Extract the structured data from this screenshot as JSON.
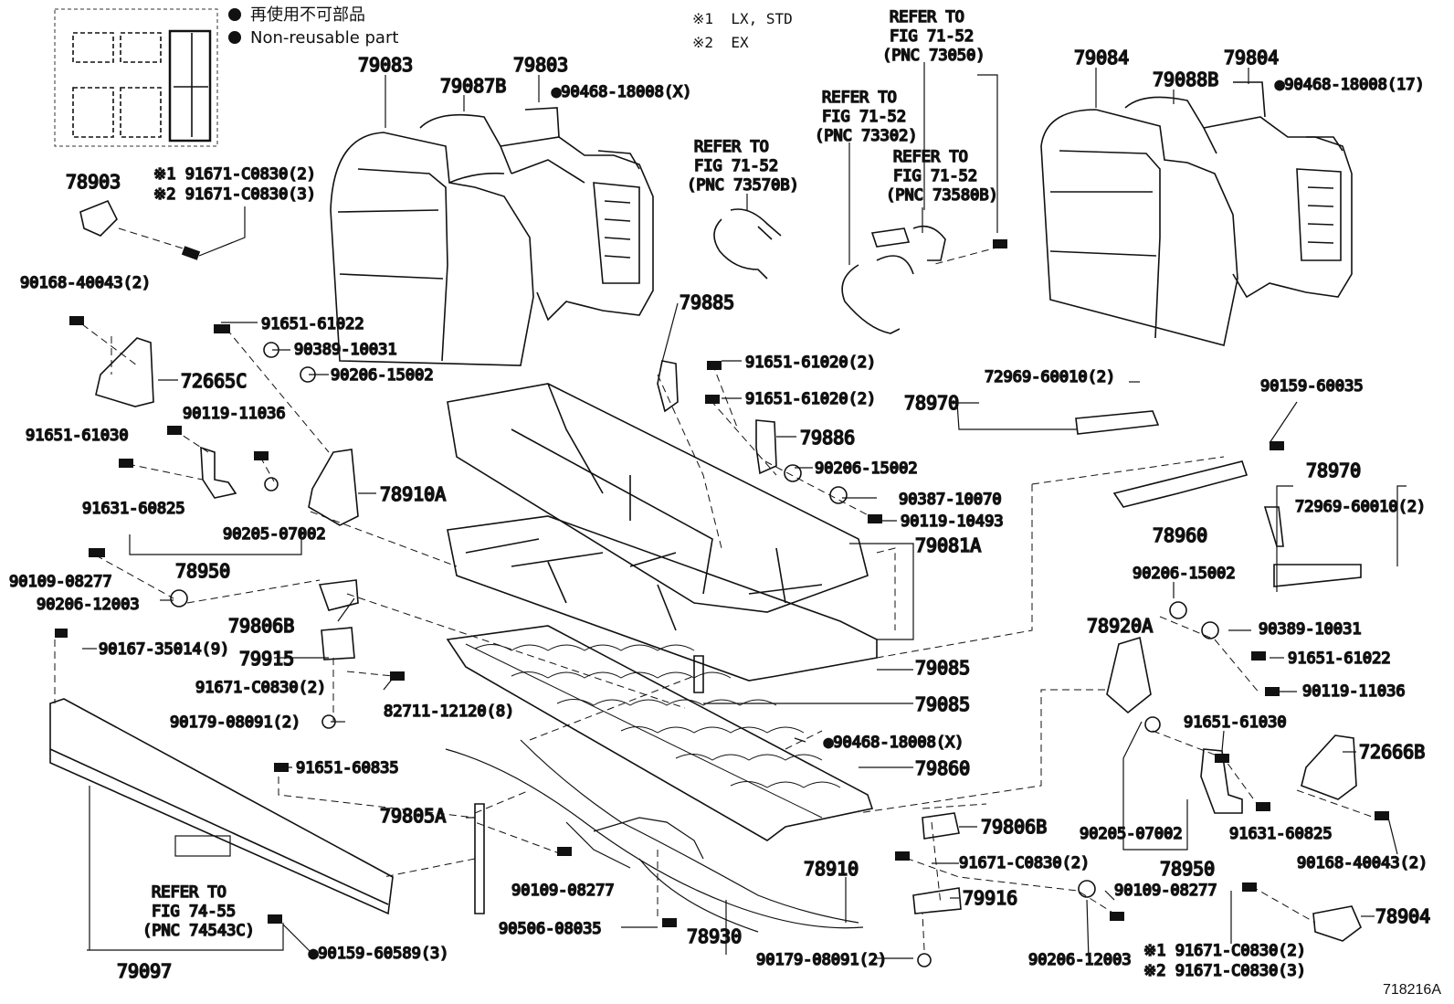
{
  "legend": {
    "items": [
      {
        "jp": "再使用不可部品"
      },
      {
        "en": "Non-reusable part"
      }
    ]
  },
  "notes": [
    {
      "mark": "※1",
      "text": "LX, STD"
    },
    {
      "mark": "※2",
      "text": "EX"
    }
  ],
  "diagram_code": "718216A",
  "labels": [
    {
      "id": "l79083",
      "text": "79083"
    },
    {
      "id": "l79087B",
      "text": "79087B"
    },
    {
      "id": "l79803",
      "text": "79803"
    },
    {
      "id": "l90468a",
      "text": "●90468-18008(X)"
    },
    {
      "id": "lref52a",
      "text": "REFER TO"
    },
    {
      "id": "lref52a2",
      "text": "FIG 71-52"
    },
    {
      "id": "lref52a3",
      "text": "(PNC 73050)"
    },
    {
      "id": "lref52b",
      "text": "REFER TO"
    },
    {
      "id": "lref52b2",
      "text": "FIG 71-52"
    },
    {
      "id": "lref52b3",
      "text": "(PNC 73302)"
    },
    {
      "id": "lref52c",
      "text": "REFER TO"
    },
    {
      "id": "lref52c2",
      "text": "FIG 71-52"
    },
    {
      "id": "lref52c3",
      "text": "(PNC 73580B)"
    },
    {
      "id": "lref52d",
      "text": "REFER TO"
    },
    {
      "id": "lref52d2",
      "text": "FIG 71-52"
    },
    {
      "id": "lref52d3",
      "text": "(PNC 73570B)"
    },
    {
      "id": "l79084",
      "text": "79084"
    },
    {
      "id": "l79088B",
      "text": "79088B"
    },
    {
      "id": "l79804",
      "text": "79804"
    },
    {
      "id": "l90468b",
      "text": "●90468-18008(17)"
    },
    {
      "id": "l78903",
      "text": "78903"
    },
    {
      "id": "l91671a1",
      "text": "※1  91671-C0830(2)"
    },
    {
      "id": "l91671a2",
      "text": "※2  91671-C0830(3)"
    },
    {
      "id": "l90168a",
      "text": "90168-40043(2)"
    },
    {
      "id": "l91651_61022a",
      "text": "91651-61022"
    },
    {
      "id": "l90389a",
      "text": "90389-10031"
    },
    {
      "id": "l90206_15002a",
      "text": "90206-15002"
    },
    {
      "id": "l72665C",
      "text": "72665C"
    },
    {
      "id": "l79885",
      "text": "79885"
    },
    {
      "id": "l91651_61020a",
      "text": "91651-61020(2)"
    },
    {
      "id": "l91651_61020b",
      "text": "91651-61020(2)"
    },
    {
      "id": "l72969a",
      "text": "72969-60010(2)"
    },
    {
      "id": "l78970a",
      "text": "78970"
    },
    {
      "id": "l90159_60035",
      "text": "90159-60035"
    },
    {
      "id": "l90119_11036a",
      "text": "90119-11036"
    },
    {
      "id": "l91651_61030a",
      "text": "91651-61030"
    },
    {
      "id": "l79886",
      "text": "79886"
    },
    {
      "id": "l90206_15002b",
      "text": "90206-15002"
    },
    {
      "id": "l90387",
      "text": "90387-10070"
    },
    {
      "id": "l90119_10493",
      "text": "90119-10493"
    },
    {
      "id": "l78910A",
      "text": "78910A"
    },
    {
      "id": "l91631a",
      "text": "91631-60825"
    },
    {
      "id": "l90205a",
      "text": "90205-07002"
    },
    {
      "id": "l78960",
      "text": "78960"
    },
    {
      "id": "l78970b",
      "text": "78970"
    },
    {
      "id": "l72969b",
      "text": "72969-60010(2)"
    },
    {
      "id": "l79081A",
      "text": "79081A"
    },
    {
      "id": "l78950a",
      "text": "78950"
    },
    {
      "id": "l90109a",
      "text": "90109-08277"
    },
    {
      "id": "l90206_12003a",
      "text": "90206-12003"
    },
    {
      "id": "l90206_15002c",
      "text": "90206-15002"
    },
    {
      "id": "l78920A",
      "text": "78920A"
    },
    {
      "id": "l90389b",
      "text": "90389-10031"
    },
    {
      "id": "l91651_61022b",
      "text": "91651-61022"
    },
    {
      "id": "l79806Ba",
      "text": "79806B"
    },
    {
      "id": "l90167",
      "text": "90167-35014(9)"
    },
    {
      "id": "l79915",
      "text": "79915"
    },
    {
      "id": "l79085a",
      "text": "79085"
    },
    {
      "id": "l91671b",
      "text": "91671-C0830(2)"
    },
    {
      "id": "l90119_11036b",
      "text": "90119-11036"
    },
    {
      "id": "l90179a",
      "text": "90179-08091(2)"
    },
    {
      "id": "l82711",
      "text": "82711-12120(8)"
    },
    {
      "id": "l79085b",
      "text": "79085"
    },
    {
      "id": "l90468c",
      "text": "●90468-18008(X)"
    },
    {
      "id": "l91651_61030b",
      "text": "91651-61030"
    },
    {
      "id": "l72666B",
      "text": "72666B"
    },
    {
      "id": "l91651_60835",
      "text": "91651-60835"
    },
    {
      "id": "l79860",
      "text": "79860"
    },
    {
      "id": "l79805A",
      "text": "79805A"
    },
    {
      "id": "l79806Bb",
      "text": "79806B"
    },
    {
      "id": "l90205b",
      "text": "90205-07002"
    },
    {
      "id": "l91631b",
      "text": "91631-60825"
    },
    {
      "id": "l91671c",
      "text": "91671-C0830(2)"
    },
    {
      "id": "l90168b",
      "text": "90168-40043(2)"
    },
    {
      "id": "l78950b",
      "text": "78950"
    },
    {
      "id": "l78910",
      "text": "78910"
    },
    {
      "id": "l79916",
      "text": "79916"
    },
    {
      "id": "l90109b",
      "text": "90109-08277"
    },
    {
      "id": "l90109c",
      "text": "90109-08277"
    },
    {
      "id": "l78904",
      "text": "78904"
    },
    {
      "id": "lref74",
      "text": "REFER TO"
    },
    {
      "id": "lref74b",
      "text": "FIG 74-55"
    },
    {
      "id": "lref74c",
      "text": "(PNC 74543C)"
    },
    {
      "id": "l90506",
      "text": "90506-08035"
    },
    {
      "id": "l78930",
      "text": "78930"
    },
    {
      "id": "l90159_60589",
      "text": "●90159-60589(3)"
    },
    {
      "id": "l90179b",
      "text": "90179-08091(2)"
    },
    {
      "id": "l90206_12003b",
      "text": "90206-12003"
    },
    {
      "id": "l91671d1",
      "text": "※1  91671-C0830(2)"
    },
    {
      "id": "l91671d2",
      "text": "※2  91671-C0830(3)"
    },
    {
      "id": "l79097",
      "text": "79097"
    }
  ]
}
